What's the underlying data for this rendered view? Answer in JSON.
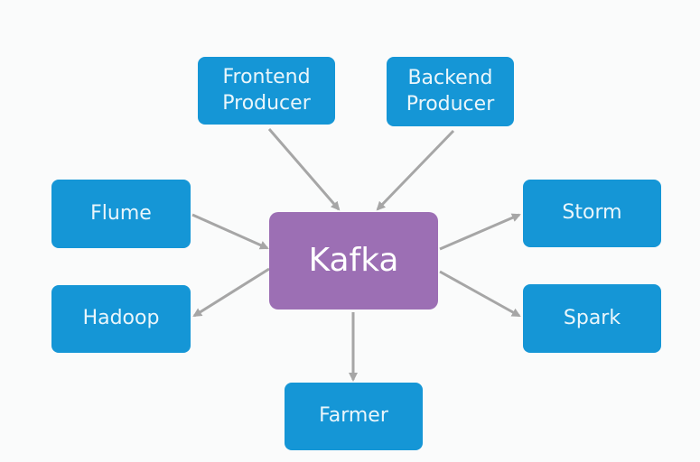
{
  "diagram": {
    "colors": {
      "node_fill": "#1596d6",
      "hub_fill": "#9c6fb4",
      "arrow": "#a6a6a6",
      "text": "#eaf6fb"
    },
    "hub": {
      "id": "kafka",
      "label": "Kafka"
    },
    "nodes": [
      {
        "id": "frontend",
        "label": "Frontend\nProducer"
      },
      {
        "id": "backend",
        "label": "Backend\nProducer"
      },
      {
        "id": "flume",
        "label": "Flume"
      },
      {
        "id": "hadoop",
        "label": "Hadoop"
      },
      {
        "id": "storm",
        "label": "Storm"
      },
      {
        "id": "spark",
        "label": "Spark"
      },
      {
        "id": "farmer",
        "label": "Farmer"
      }
    ],
    "edges": [
      {
        "from": "frontend",
        "to": "kafka"
      },
      {
        "from": "backend",
        "to": "kafka"
      },
      {
        "from": "flume",
        "to": "kafka"
      },
      {
        "from": "kafka",
        "to": "hadoop"
      },
      {
        "from": "kafka",
        "to": "storm"
      },
      {
        "from": "kafka",
        "to": "spark"
      },
      {
        "from": "kafka",
        "to": "farmer"
      }
    ]
  }
}
